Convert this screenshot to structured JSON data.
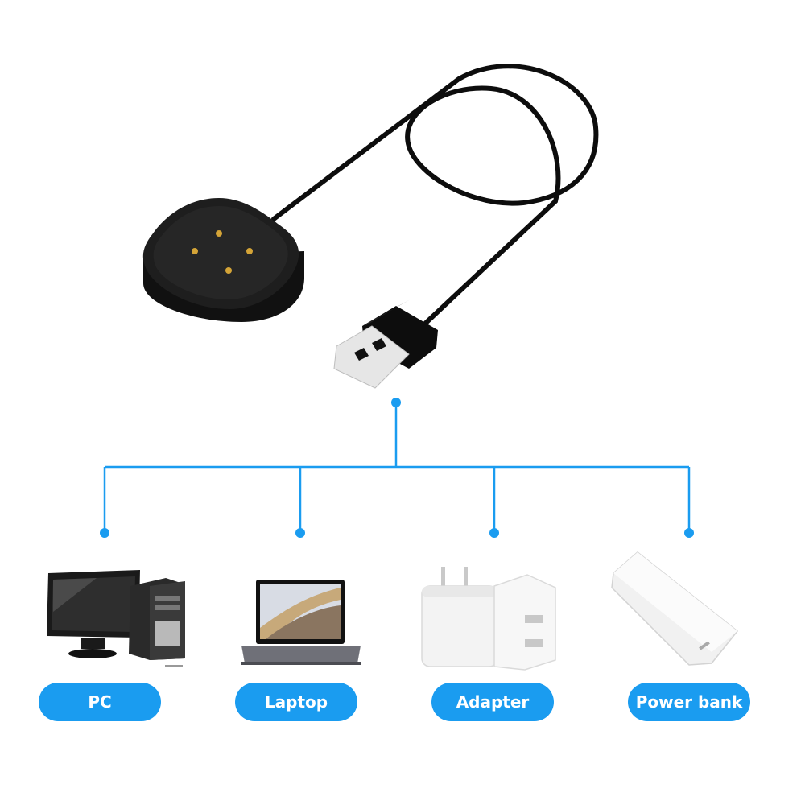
{
  "colors": {
    "accent": "#1a9cf0",
    "cable": "#0d0d0d",
    "pin": "#d4a437",
    "usb_metal": "#e6e6e6"
  },
  "devices": [
    {
      "label": "PC",
      "icon": "pc-icon"
    },
    {
      "label": "Laptop",
      "icon": "laptop-icon"
    },
    {
      "label": "Adapter",
      "icon": "adapter-icon"
    },
    {
      "label": "Power bank",
      "icon": "power-bank-icon"
    }
  ]
}
